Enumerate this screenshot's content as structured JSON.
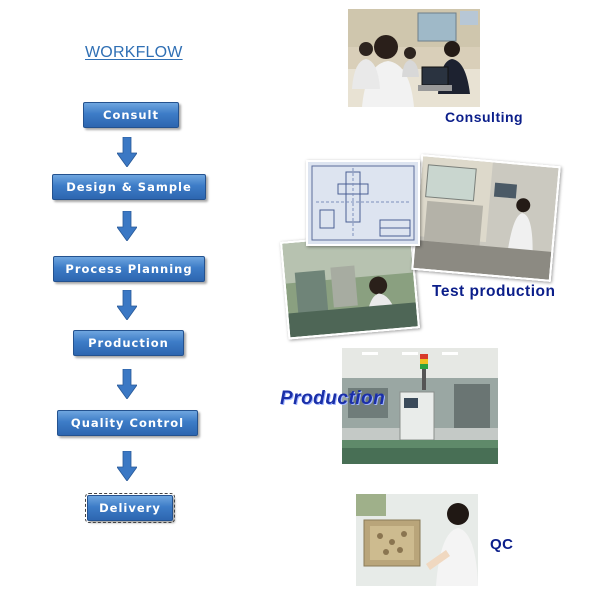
{
  "workflow": {
    "title": "WORKFLOW",
    "steps": [
      {
        "label": "Consult"
      },
      {
        "label": "Design & Sample"
      },
      {
        "label": "Process Planning"
      },
      {
        "label": "Production"
      },
      {
        "label": "Quality Control"
      },
      {
        "label": "Delivery"
      }
    ]
  },
  "photos": {
    "consulting_caption": "Consulting",
    "test_caption": "Test production",
    "production_caption": "Production",
    "qc_caption": "QC"
  },
  "colors": {
    "step_fill": "#3d7cc7",
    "arrow_fill": "#3b78c4",
    "caption_text": "#0b1e8a",
    "title_text": "#2f6fb4"
  }
}
